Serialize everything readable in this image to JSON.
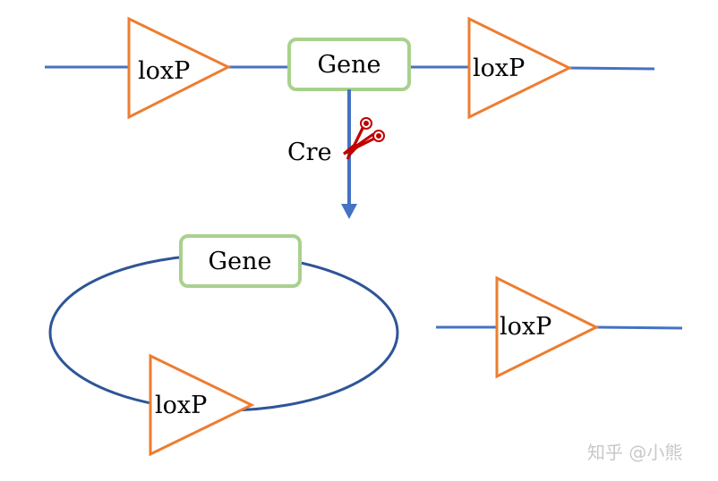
{
  "top_construct": {
    "loxp_left_label": "loxP",
    "gene_label": "Gene",
    "loxp_right_label": "loxP"
  },
  "recombination": {
    "enzyme_label": "Cre",
    "icon": "scissors-icon"
  },
  "products": {
    "circle_gene_label": "Gene",
    "circle_loxp_label": "loxP",
    "linear_loxp_label": "loxP"
  },
  "watermark": "知乎 @小熊",
  "colors": {
    "dna_line": "#4472c4",
    "circle_line": "#2f5597",
    "loxp": "#ed7d31",
    "gene_border": "#a9d18e",
    "scissors": "#c00000",
    "watermark": "#c8c8c8"
  }
}
